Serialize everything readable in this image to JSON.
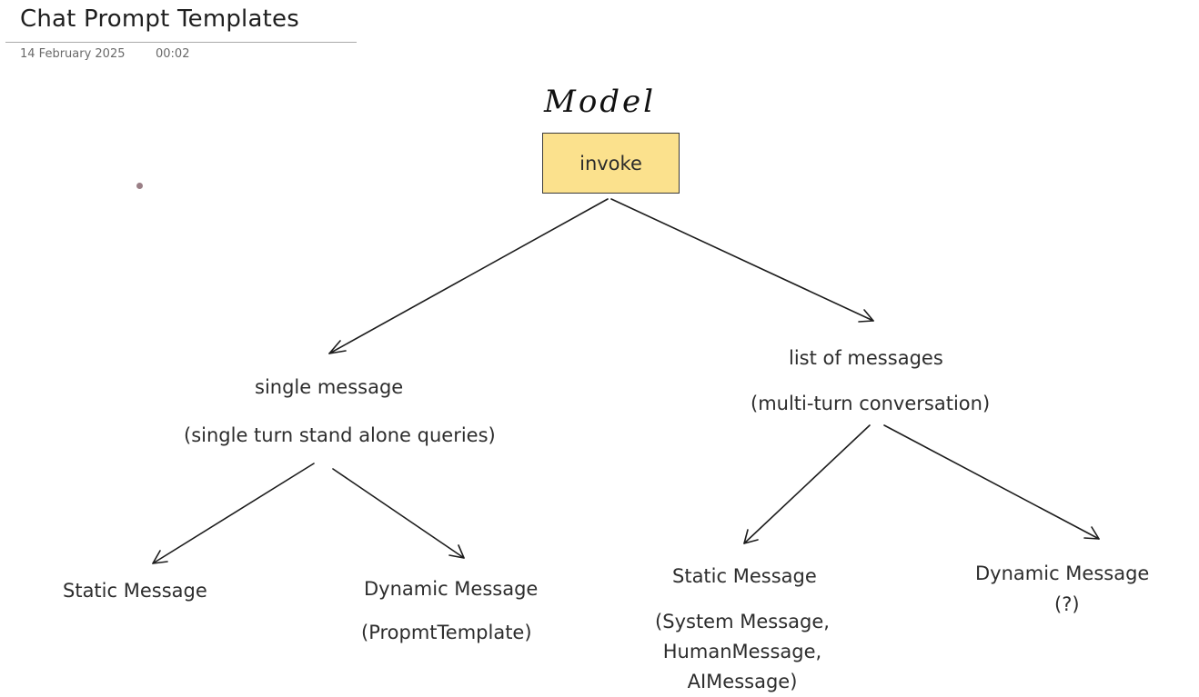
{
  "page": {
    "title": "Chat Prompt Templates",
    "date": "14 February 2025",
    "time": "00:02"
  },
  "diagram": {
    "model_label": "Model",
    "root": "invoke",
    "left_branch": {
      "label": "single message",
      "note": "(single turn stand alone queries)",
      "children": [
        {
          "label": "Static Message"
        },
        {
          "label": "Dynamic Message",
          "note": "(PropmtTemplate)"
        }
      ]
    },
    "right_branch": {
      "label": "list of messages",
      "note": "(multi-turn conversation)",
      "children": [
        {
          "label": "Static Message",
          "note_lines": [
            "(System Message,",
            "HumanMessage,",
            "AIMessage)"
          ]
        },
        {
          "label": "Dynamic Message",
          "note": "(?)"
        }
      ]
    }
  }
}
